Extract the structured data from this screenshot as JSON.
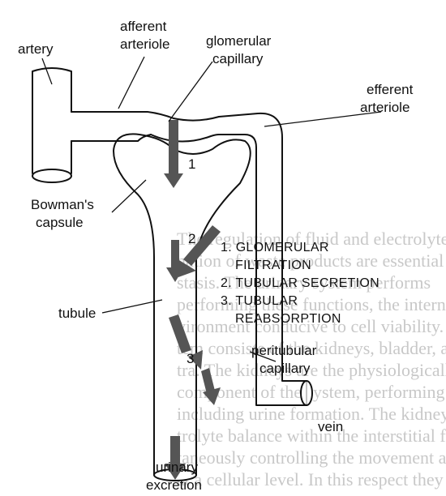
{
  "labels": {
    "artery": "artery",
    "afferent_line1": "afferent",
    "afferent_line2": "arteriole",
    "glomerular_line1": "glomerular",
    "glomerular_line2": "capillary",
    "efferent_line1": "efferent",
    "efferent_line2": "arteriole",
    "bowmans_line1": "Bowman's",
    "bowmans_line2": "capsule",
    "tubule": "tubule",
    "peritubular_line1": "peritubular",
    "peritubular_line2": "capillary",
    "vein": "vein",
    "urinary_line1": "urinary",
    "urinary_line2": "excretion"
  },
  "markers": {
    "one": "1",
    "two": "2",
    "three": "3"
  },
  "steps": [
    {
      "line1": "1. GLOMERULAR",
      "line2": "FILTRATION"
    },
    {
      "line1": "2. TUBULAR SECRETION",
      "line2": ""
    },
    {
      "line1": "3. TUBULAR",
      "line2": "REABSORPTION"
    }
  ],
  "background_text": [
    "The regulation of fluid and electrolyte and",
    "nation of waste products are essential for bodily",
    "stasis. The urinary system performs",
    "performing these functions, the internal",
    "vironment conducive to cell viability. The urinary",
    "tem consists of the kidneys, bladder, and",
    "tra. The kidneys are the physiologically",
    "component of the system, performing many func",
    "including urine formation. The kidneys regulate",
    "trolyte balance within the interstitial fluid while",
    "taneously controlling the movement and loss of",
    "at a cellular level. In this respect they work in"
  ],
  "colors": {
    "ink": "#111111",
    "arrow": "#555555",
    "ghost_text": "#c8c8c8"
  }
}
